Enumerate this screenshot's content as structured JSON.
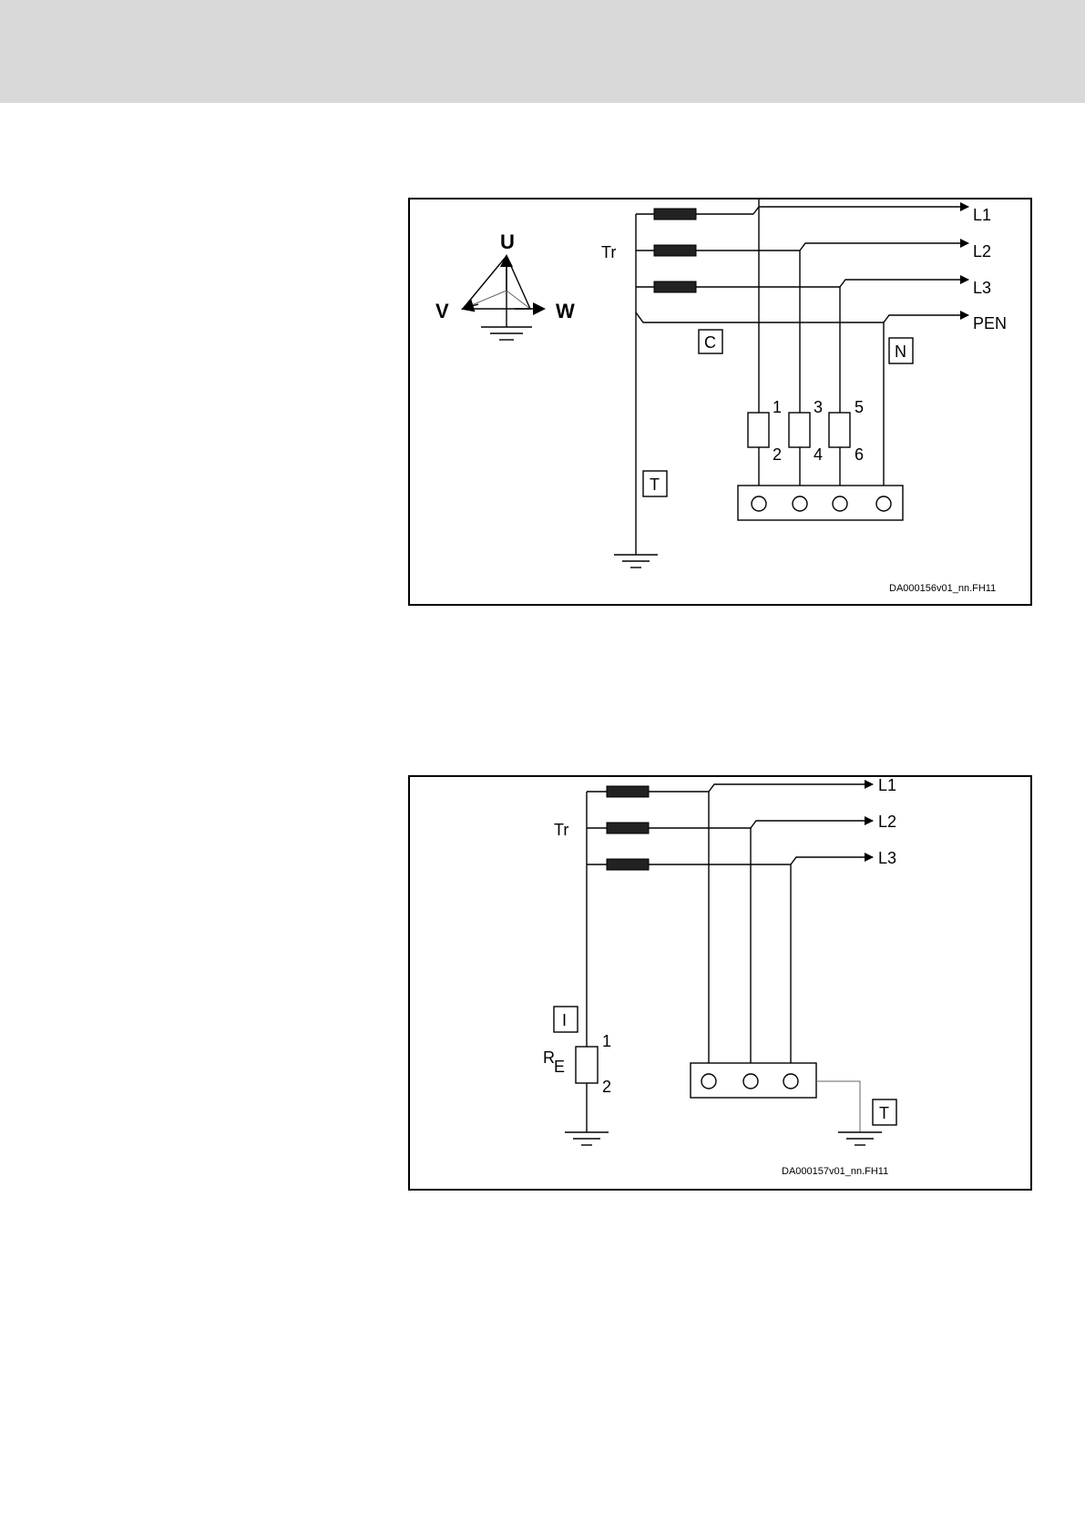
{
  "figure1": {
    "transformer_label": "Tr",
    "phasor_labels": {
      "u": "U",
      "v": "V",
      "w": "W"
    },
    "line_labels": [
      "L1",
      "L2",
      "L3",
      "PEN"
    ],
    "box_labels": {
      "c": "C",
      "n": "N",
      "t": "T"
    },
    "terminal_numbers": [
      "1",
      "2",
      "3",
      "4",
      "5",
      "6"
    ],
    "drawing_code": "DA000156v01_nn.FH11"
  },
  "figure2": {
    "transformer_label": "Tr",
    "line_labels": [
      "L1",
      "L2",
      "L3"
    ],
    "box_labels": {
      "i": "I",
      "t": "T"
    },
    "resistor_label": "R",
    "resistor_subscript": "E",
    "terminal_numbers": [
      "1",
      "2"
    ],
    "drawing_code": "DA000157v01_nn.FH11"
  }
}
